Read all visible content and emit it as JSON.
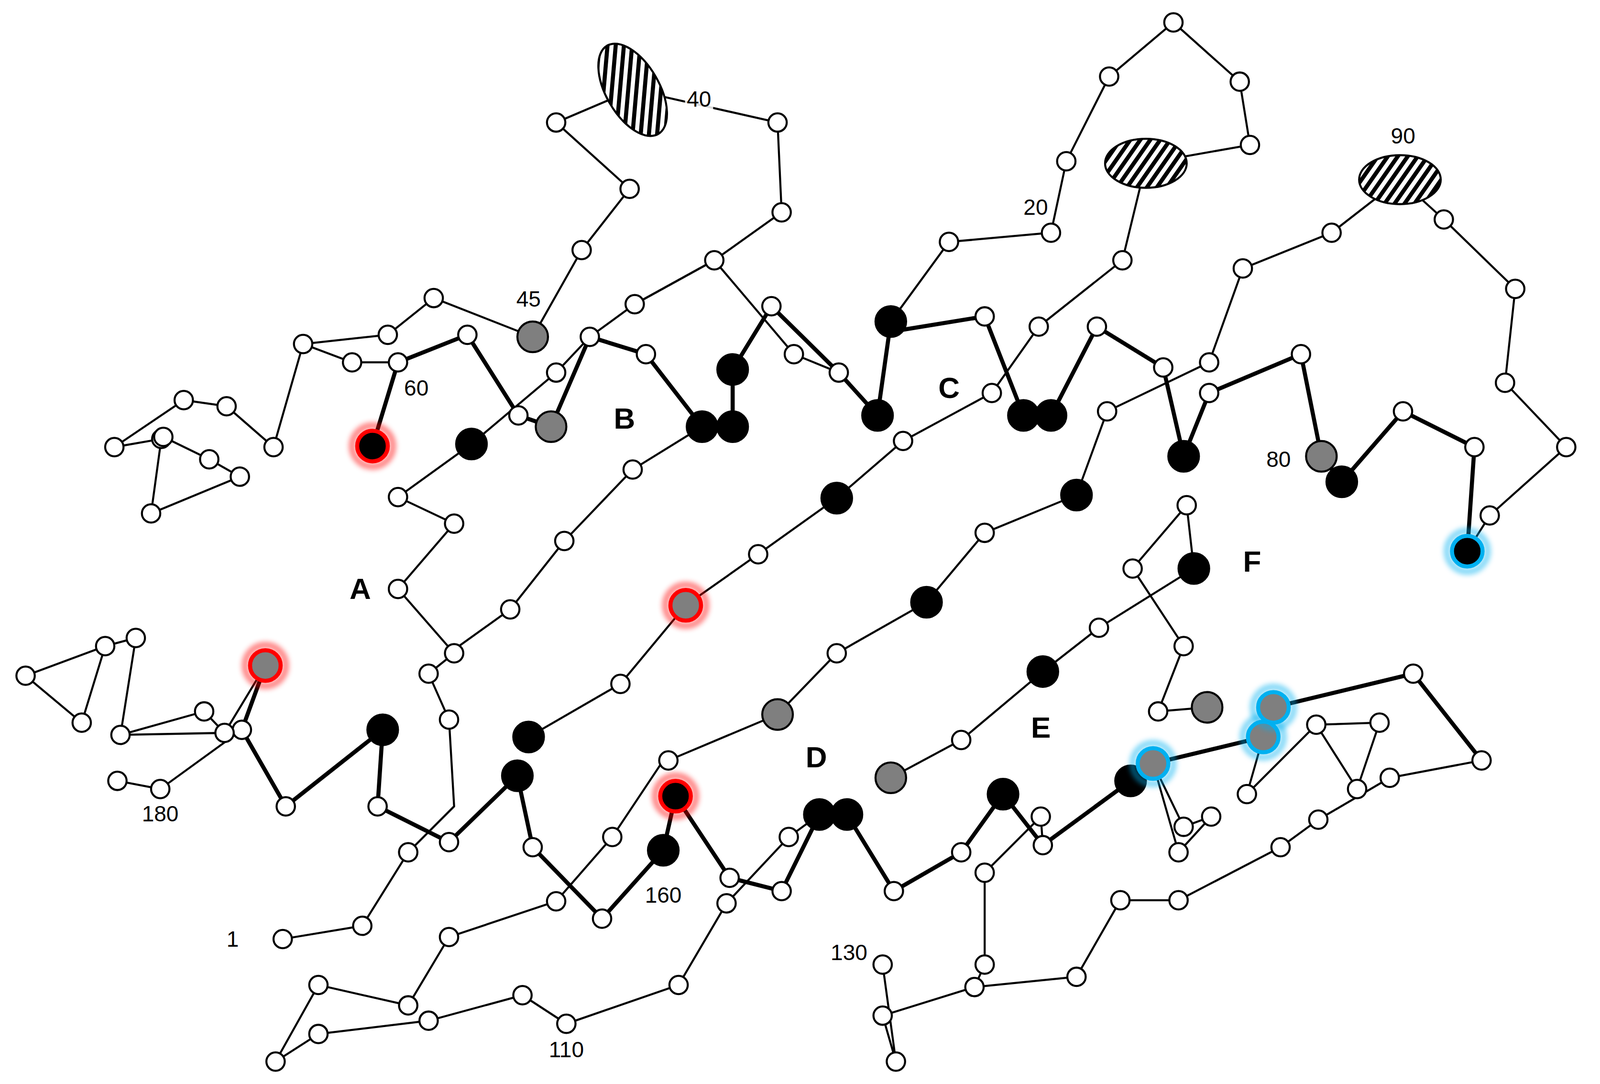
{
  "diagram": {
    "labels": [
      "40",
      "45",
      "20",
      "90",
      "60",
      "B",
      "C",
      "80",
      "A",
      "F",
      "D",
      "E",
      "180",
      "1",
      "160",
      "130",
      "110"
    ]
  }
}
